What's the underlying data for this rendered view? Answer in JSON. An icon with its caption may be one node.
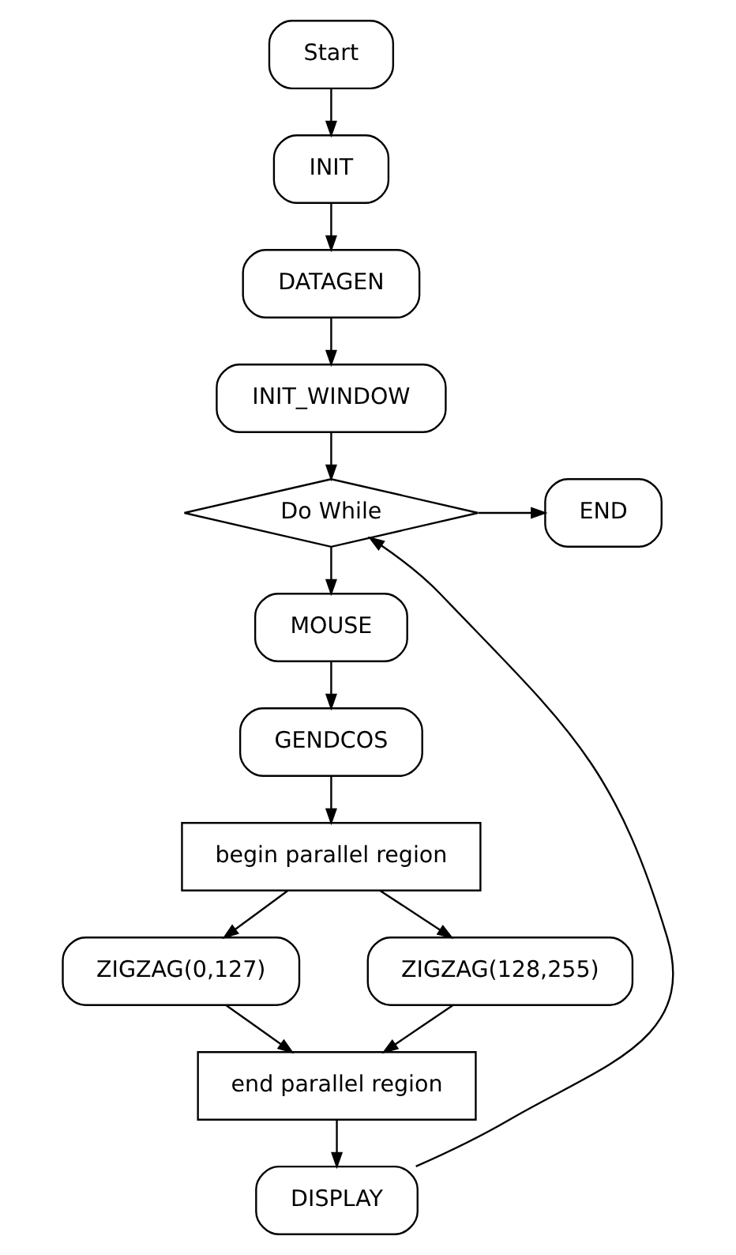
{
  "diagram": {
    "nodes": [
      {
        "text": [
          "Start"
        ]
      },
      {
        "text": [
          "INIT"
        ]
      },
      {
        "text": [
          "DATAGEN"
        ]
      },
      {
        "text": [
          "INIT_WINDOW"
        ]
      },
      {
        "text": [
          "Do While"
        ]
      },
      {
        "text": [
          "END"
        ]
      },
      {
        "text": [
          "MOUSE"
        ]
      },
      {
        "text": [
          "GENDCOS"
        ]
      },
      {
        "text": [
          "begin parallel region"
        ]
      },
      {
        "text": [
          "ZIGZAG(0,127)"
        ]
      },
      {
        "text": [
          "ZIGZAG(128,255)"
        ]
      },
      {
        "text": [
          "end parallel region"
        ]
      },
      {
        "text": [
          "DISPLAY"
        ]
      }
    ],
    "edges": [
      {
        "from": 0,
        "to": 1,
        "arrow": "to"
      },
      {
        "from": 1,
        "to": 2,
        "arrow": "to"
      },
      {
        "from": 2,
        "to": 3,
        "arrow": "to"
      },
      {
        "from": 3,
        "to": 4,
        "arrow": "to"
      },
      {
        "from": 4,
        "to": 5,
        "arrow": "to"
      },
      {
        "from": 4,
        "to": 6,
        "arrow": "to"
      },
      {
        "from": 6,
        "to": 7,
        "arrow": "to"
      },
      {
        "from": 7,
        "to": 8,
        "arrow": "to"
      },
      {
        "from": 8,
        "to": 9,
        "arrow": "to"
      },
      {
        "from": 8,
        "to": 10,
        "arrow": "to"
      },
      {
        "from": 9,
        "to": 11,
        "arrow": "to"
      },
      {
        "from": 10,
        "to": 11,
        "arrow": "to"
      },
      {
        "from": 11,
        "to": 12,
        "arrow": "to"
      },
      {
        "from": 12,
        "to": 4,
        "arrow": "to"
      }
    ]
  }
}
